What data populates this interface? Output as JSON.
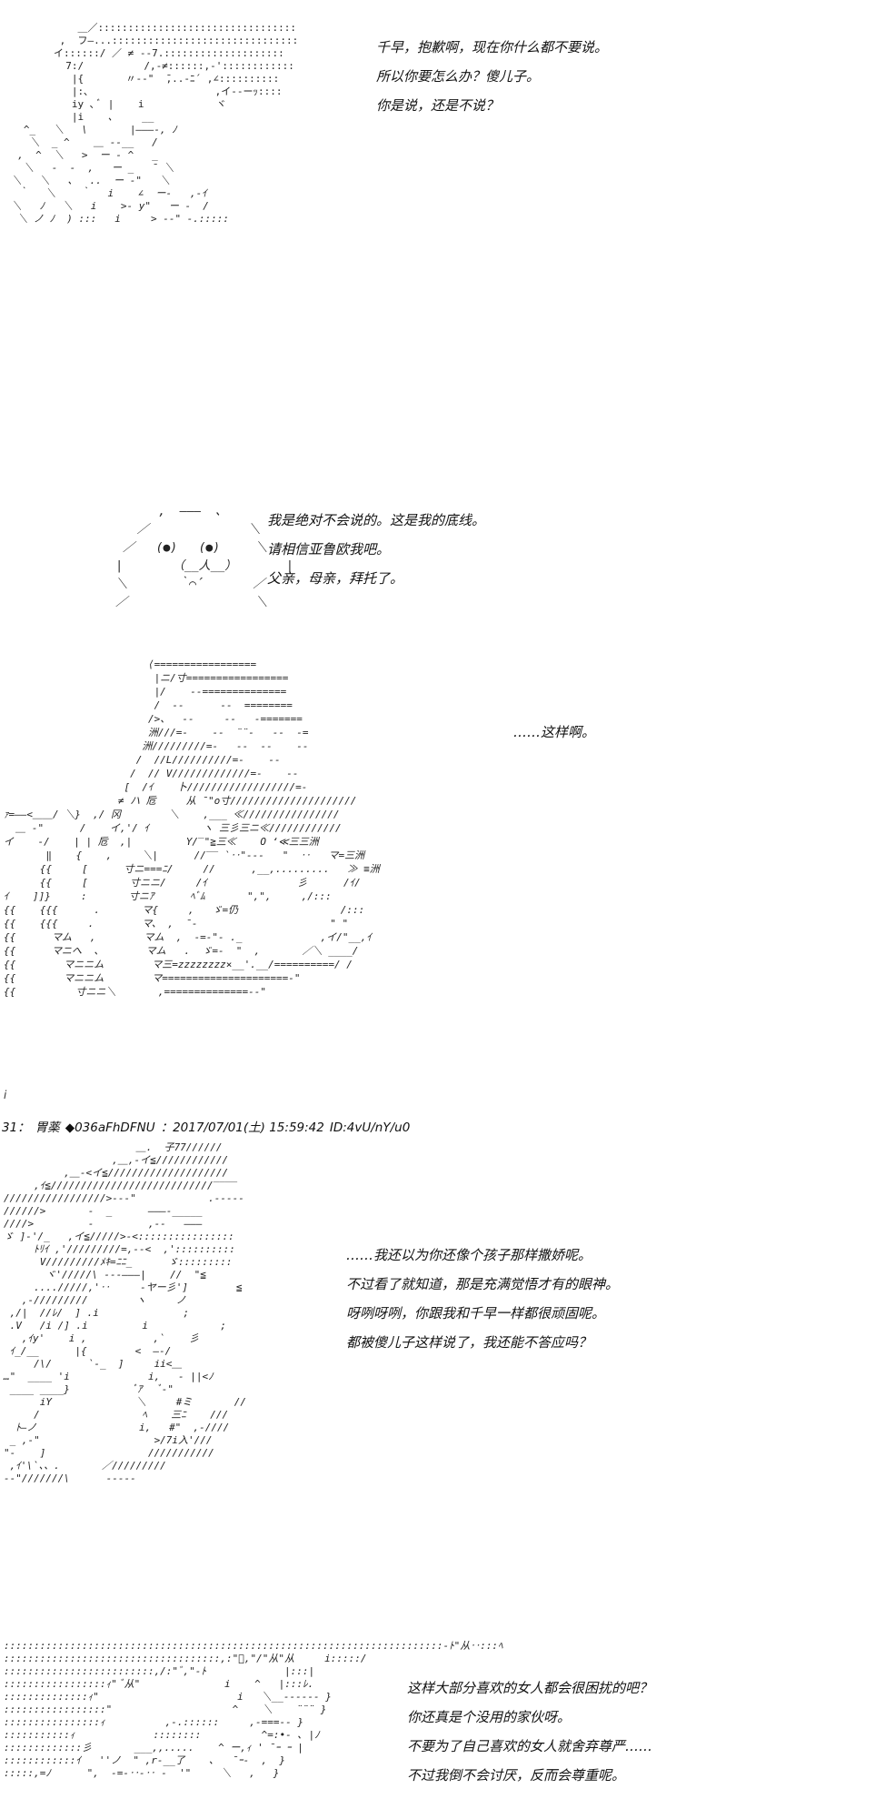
{
  "panels": [
    {
      "lines": [
        "千早，抱歉啊，现在你什么都不要说。",
        "所以你要怎么办？傻儿子。",
        "你是说，还是不说？"
      ]
    },
    {
      "lines": [
        "我是绝对不会说的。这是我的底线。",
        "请相信亚鲁欧我吧。",
        "父亲，母亲，拜托了。"
      ]
    },
    {
      "lines": [
        "……这样啊。"
      ]
    },
    {
      "lines": [
        "……我还以为你还像个孩子那样撒娇呢。",
        "不过看了就知道，那是充满觉悟才有的眼神。",
        "呀咧呀咧，你跟我和千早一样都很顽固呢。",
        "都被傻儿子这样说了，我还能不答应吗？"
      ]
    },
    {
      "lines": [
        "这样大部分喜欢的女人都会很困扰的吧？",
        "你还真是个没用的家伙呀。",
        "不要为了自己喜欢的女人就舍弃尊严……",
        "不过我倒不会讨厌，反而会尊重呢。"
      ]
    }
  ],
  "post_header": {
    "number": "31：",
    "name": "胃薬",
    "trip": "◆036aFhDFNU",
    "date": "：2017/07/01(土) 15:59:42",
    "id": "ID:4vU/nY/u0"
  },
  "separator_mark": "i"
}
